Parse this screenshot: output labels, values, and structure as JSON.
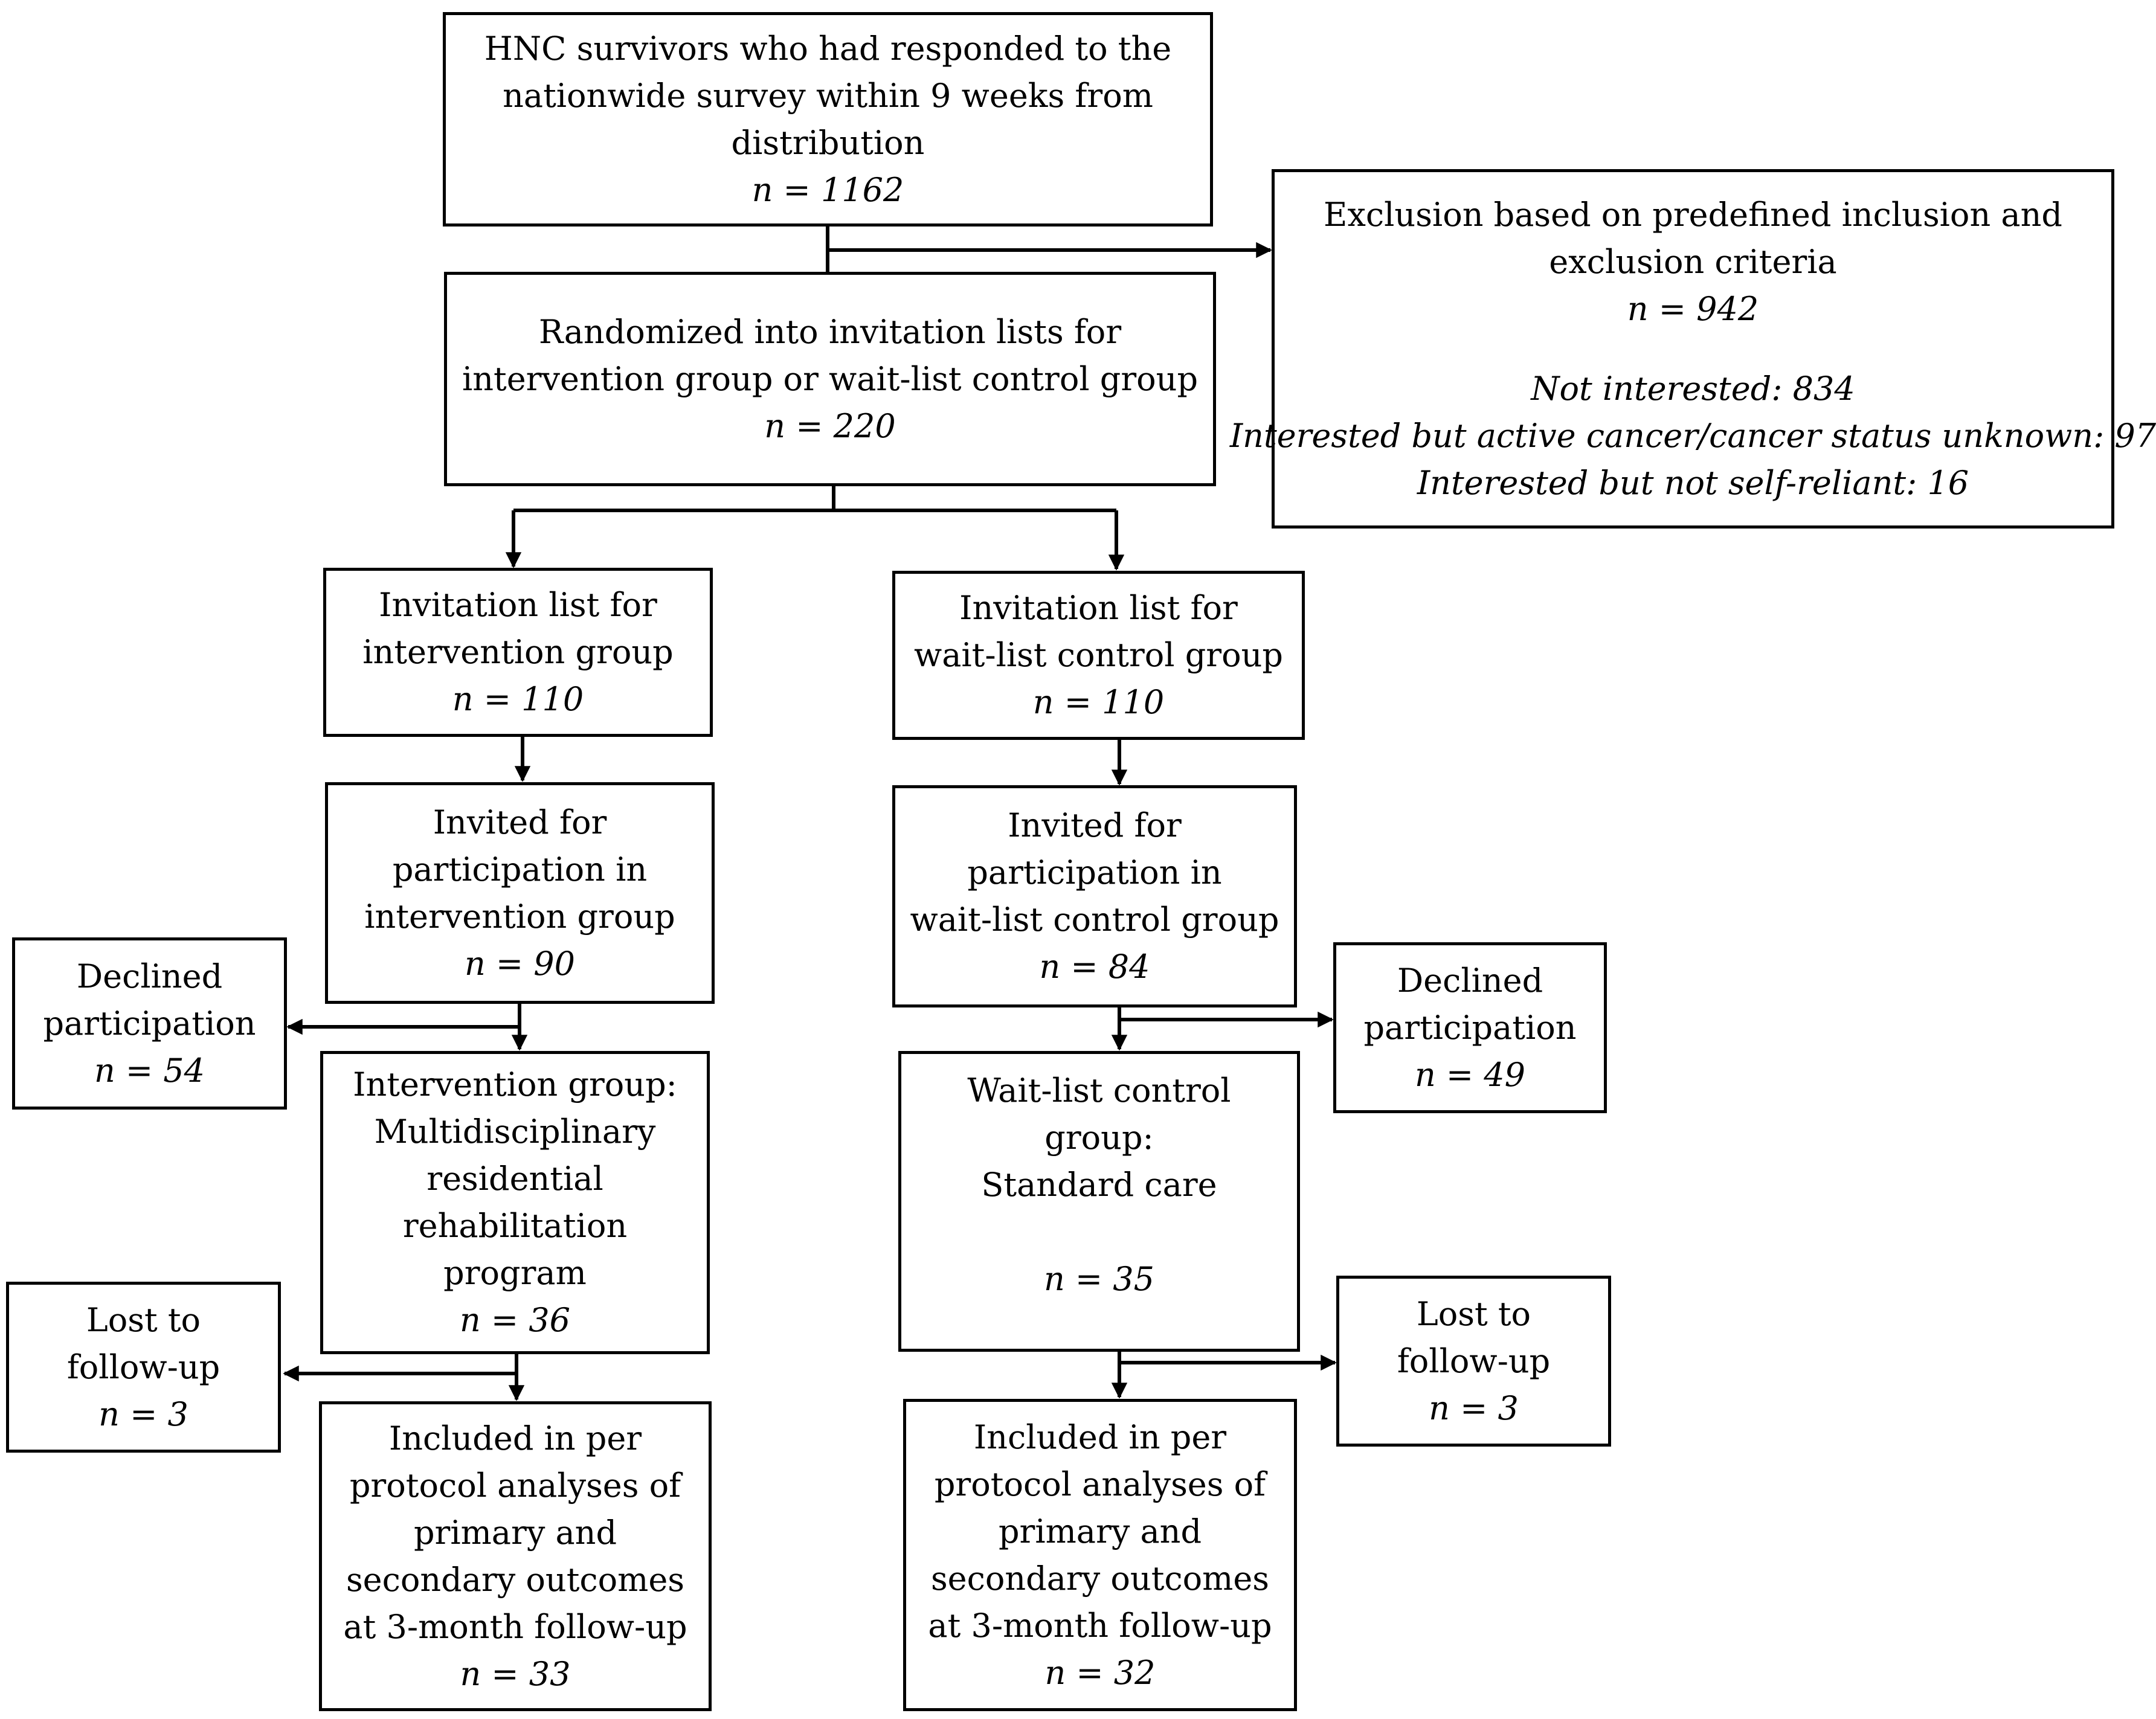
{
  "boxes": {
    "survey": {
      "lines": [
        "HNC survivors who had responded to the",
        "nationwide survey within 9 weeks from",
        "distribution"
      ],
      "n": "n = 1162"
    },
    "exclusion": {
      "lines": [
        "Exclusion based on predefined inclusion and",
        "exclusion criteria"
      ],
      "n": "n = 942",
      "details": [
        "Not interested: 834",
        "Interested but active cancer/cancer status unknown: 97",
        "Interested but not self-reliant: 16"
      ]
    },
    "randomized": {
      "lines": [
        "Randomized into invitation lists for",
        "intervention group or wait-list control group"
      ],
      "n": "n = 220"
    },
    "inv_list_intervention": {
      "lines": [
        "Invitation list for",
        "intervention group"
      ],
      "n": "n = 110"
    },
    "inv_list_control": {
      "lines": [
        "Invitation list for",
        "wait-list control group"
      ],
      "n": "n = 110"
    },
    "invited_intervention": {
      "lines": [
        "Invited for",
        "participation in",
        "intervention group"
      ],
      "n": "n = 90"
    },
    "invited_control": {
      "lines": [
        "Invited for",
        "participation in",
        "wait-list control group"
      ],
      "n": "n = 84"
    },
    "declined_intervention": {
      "lines": [
        "Declined",
        "participation"
      ],
      "n": "n = 54"
    },
    "declined_control": {
      "lines": [
        "Declined",
        "participation"
      ],
      "n": "n = 49"
    },
    "intervention_group": {
      "lines": [
        "Intervention group:",
        "Multidisciplinary",
        "residential",
        "rehabilitation",
        "program"
      ],
      "n": "n = 36"
    },
    "control_group": {
      "lines": [
        "Wait-list control",
        "group:",
        "Standard care"
      ],
      "n": "n = 35"
    },
    "lost_intervention": {
      "lines": [
        "Lost to",
        "follow-up"
      ],
      "n": "n = 3"
    },
    "lost_control": {
      "lines": [
        "Lost to",
        "follow-up"
      ],
      "n": "n = 3"
    },
    "included_intervention": {
      "lines": [
        "Included in per",
        "protocol analyses of",
        "primary and",
        "secondary outcomes",
        "at 3-month follow-up"
      ],
      "n": "n = 33"
    },
    "included_control": {
      "lines": [
        "Included in per",
        "protocol analyses of",
        "primary and",
        "secondary outcomes",
        "at 3-month follow-up"
      ],
      "n": "n = 32"
    }
  }
}
